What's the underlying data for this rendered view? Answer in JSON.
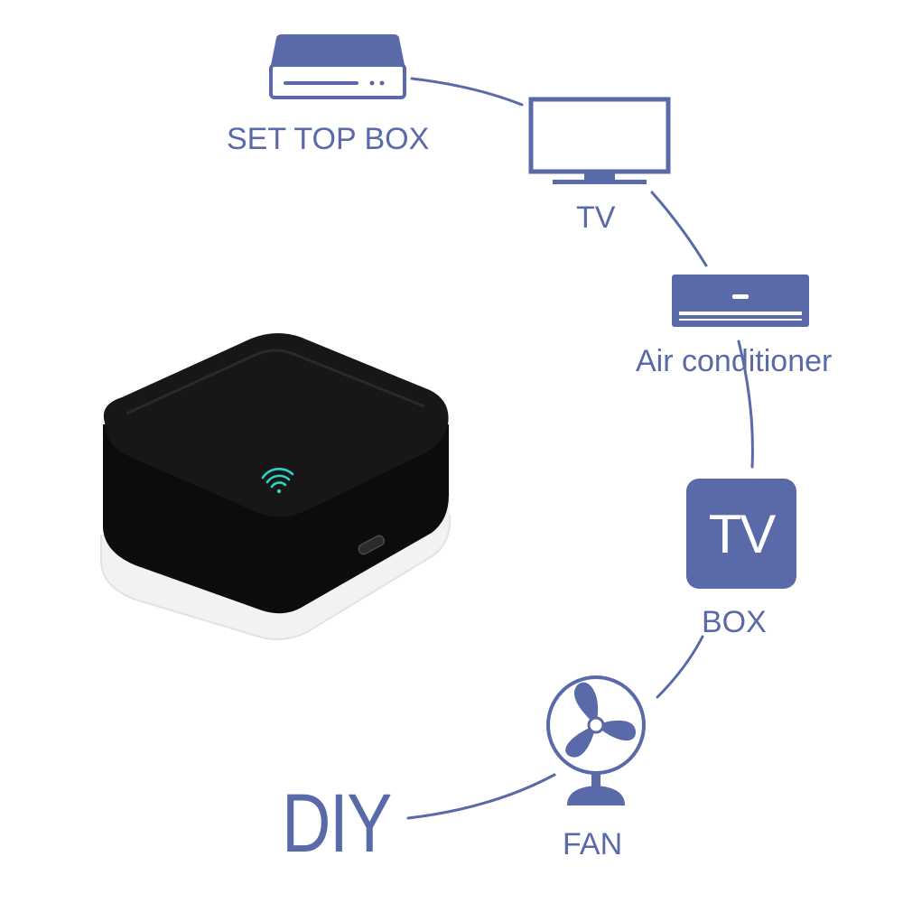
{
  "diagram": {
    "hub": {
      "name": "IR blaster hub",
      "indicator_icon": "wifi-icon",
      "port_icon": "usb-port"
    },
    "devices": [
      {
        "id": "set-top-box",
        "label": "SET TOP BOX",
        "icon": "set-top-box-icon"
      },
      {
        "id": "tv",
        "label": "TV",
        "icon": "tv-monitor-icon"
      },
      {
        "id": "air-conditioner",
        "label": "Air conditioner",
        "icon": "air-conditioner-icon"
      },
      {
        "id": "tv-box",
        "label": "BOX",
        "icon": "tv-box-icon",
        "icon_text": "TV"
      },
      {
        "id": "fan",
        "label": "FAN",
        "icon": "fan-icon"
      }
    ],
    "diy_label": "DIY",
    "colors": {
      "accent": "#5a6aa9",
      "hub_body": "#0d0d0d",
      "wifi_indicator": "#2ad3c4"
    }
  }
}
